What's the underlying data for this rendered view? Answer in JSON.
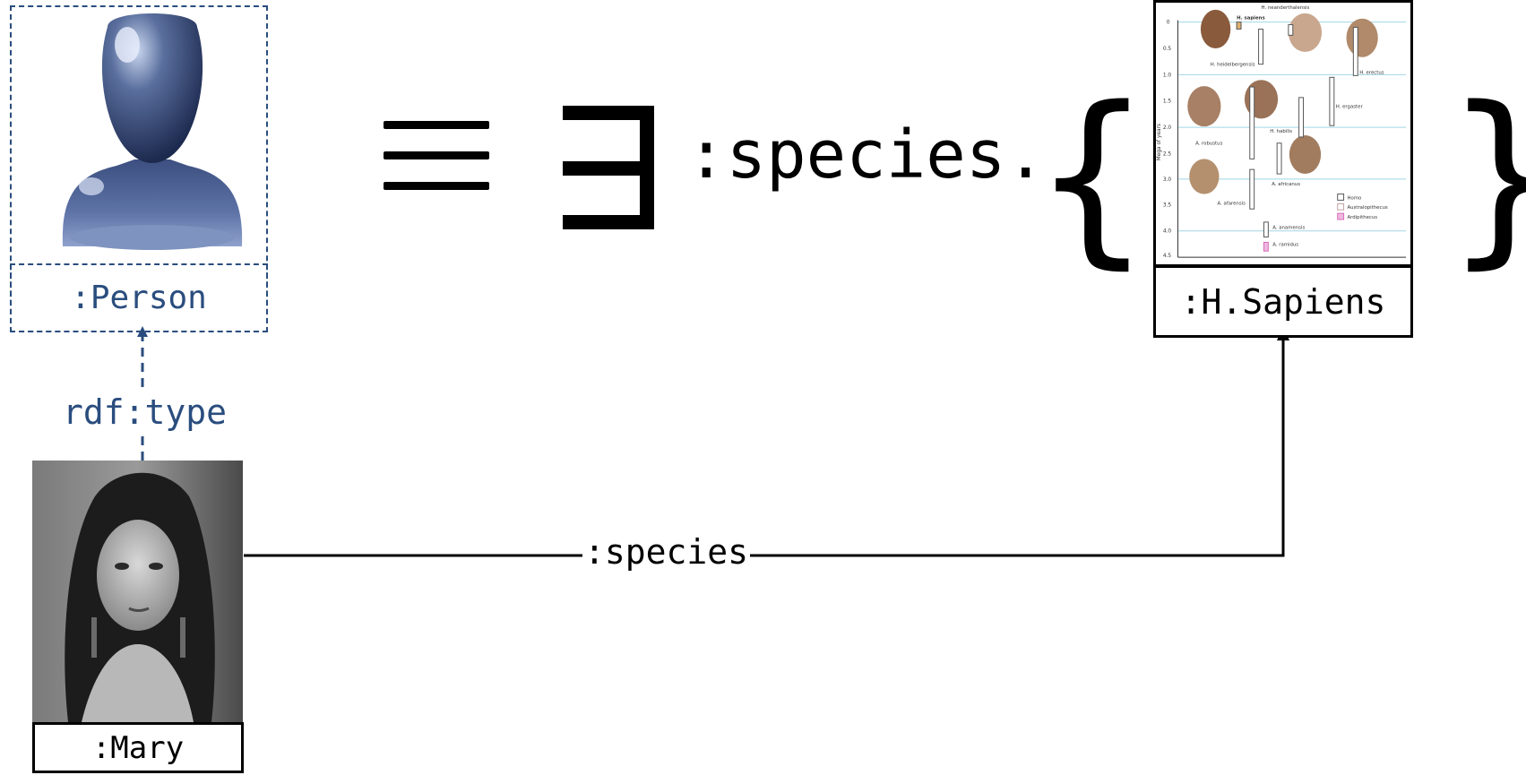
{
  "person": {
    "label": ":Person",
    "icon": "person-silhouette-icon"
  },
  "rdf_type_edge": {
    "label": "rdf:type"
  },
  "mary": {
    "label": ":Mary",
    "photo": "portrait-photo"
  },
  "definition": {
    "equiv_symbol": "≡",
    "exists_symbol": "∃",
    "property_text": ":species.",
    "brace_open": "{",
    "brace_close": "}"
  },
  "sapiens": {
    "label": ":H.Sapiens",
    "chart": {
      "species": [
        "H. neanderthalensis",
        "H. sapiens",
        "H. heidelbergensis",
        "H. erectus",
        "H. ergaster",
        "H. habilis",
        "A. robustus",
        "A. africanus",
        "A. afarensis",
        "A. anamensis",
        "A. ramidus"
      ],
      "y_ticks": [
        "0",
        "0.5",
        "1.0",
        "1.5",
        "2.0",
        "2.5",
        "3.0",
        "3.5",
        "4.0",
        "4.5"
      ],
      "ylabel": "Mega of years",
      "legend": [
        "Homo",
        "Australopithecus",
        "Ardipithecus"
      ]
    }
  },
  "species_edge": {
    "label": ":species"
  },
  "colors": {
    "class": "#2a4d7e",
    "instance": "#000000",
    "grid": "#9fd7e6",
    "ardi": "#d66ab8"
  }
}
